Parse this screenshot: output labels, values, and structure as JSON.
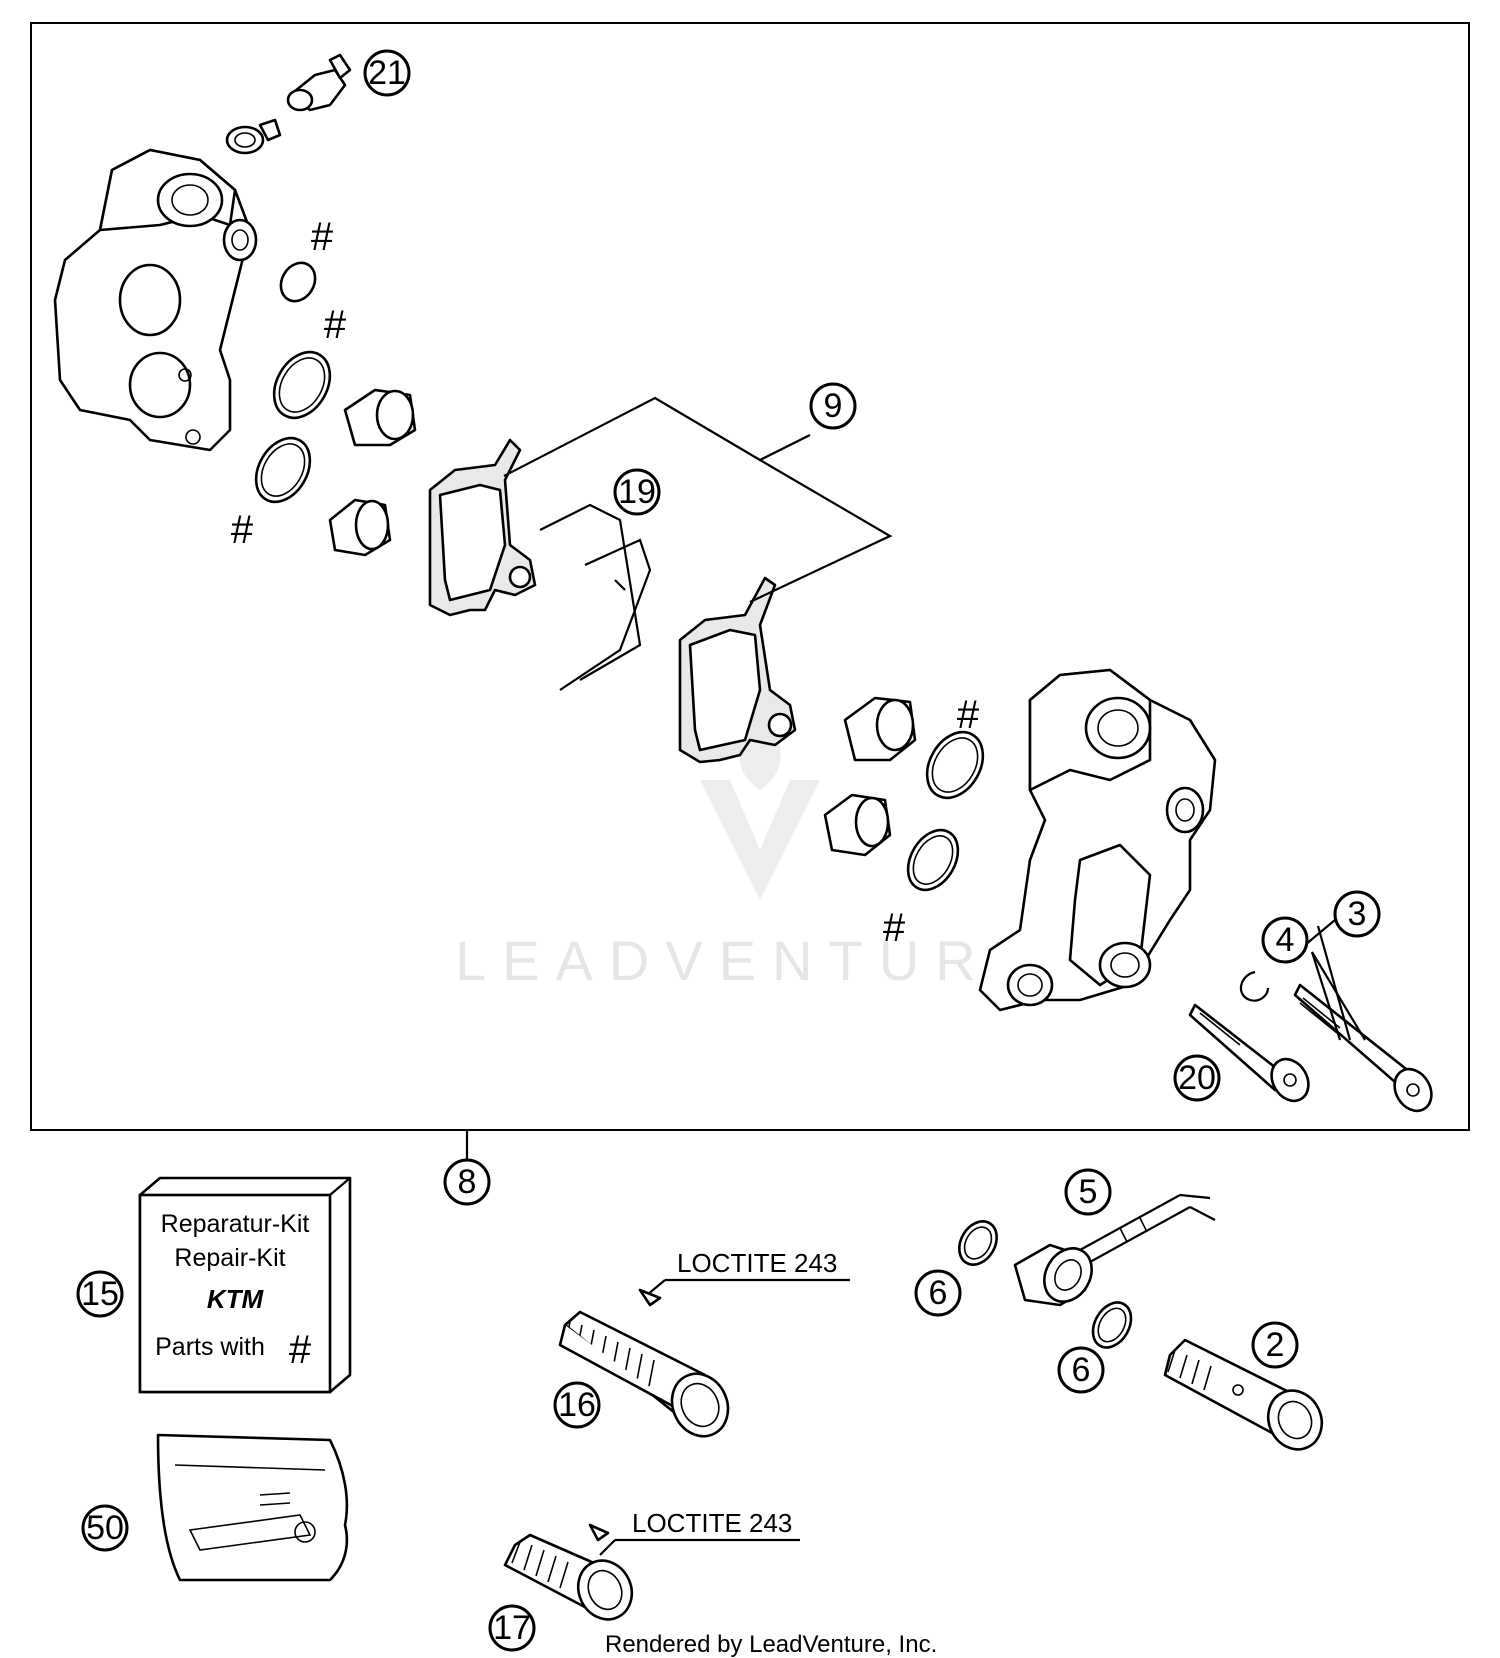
{
  "callouts": {
    "c21": "21",
    "c9": "9",
    "c19": "19",
    "c4": "4",
    "c3": "3",
    "c20": "20",
    "c8": "8",
    "c15": "15",
    "c50": "50",
    "c16": "16",
    "c17": "17",
    "c5": "5",
    "c6a": "6",
    "c6b": "6",
    "c2": "2"
  },
  "hash_symbol": "#",
  "notes": {
    "loctite_a": "LOCTITE 243",
    "loctite_b": "LOCTITE 243"
  },
  "repair_kit": {
    "line1": "Reparatur-Kit",
    "line2": "Repair-Kit",
    "logo": "KTM",
    "line3": "Parts with",
    "symbol": "#"
  },
  "watermark": "LEADVENTURE",
  "footer": "Rendered by LeadVenture, Inc."
}
